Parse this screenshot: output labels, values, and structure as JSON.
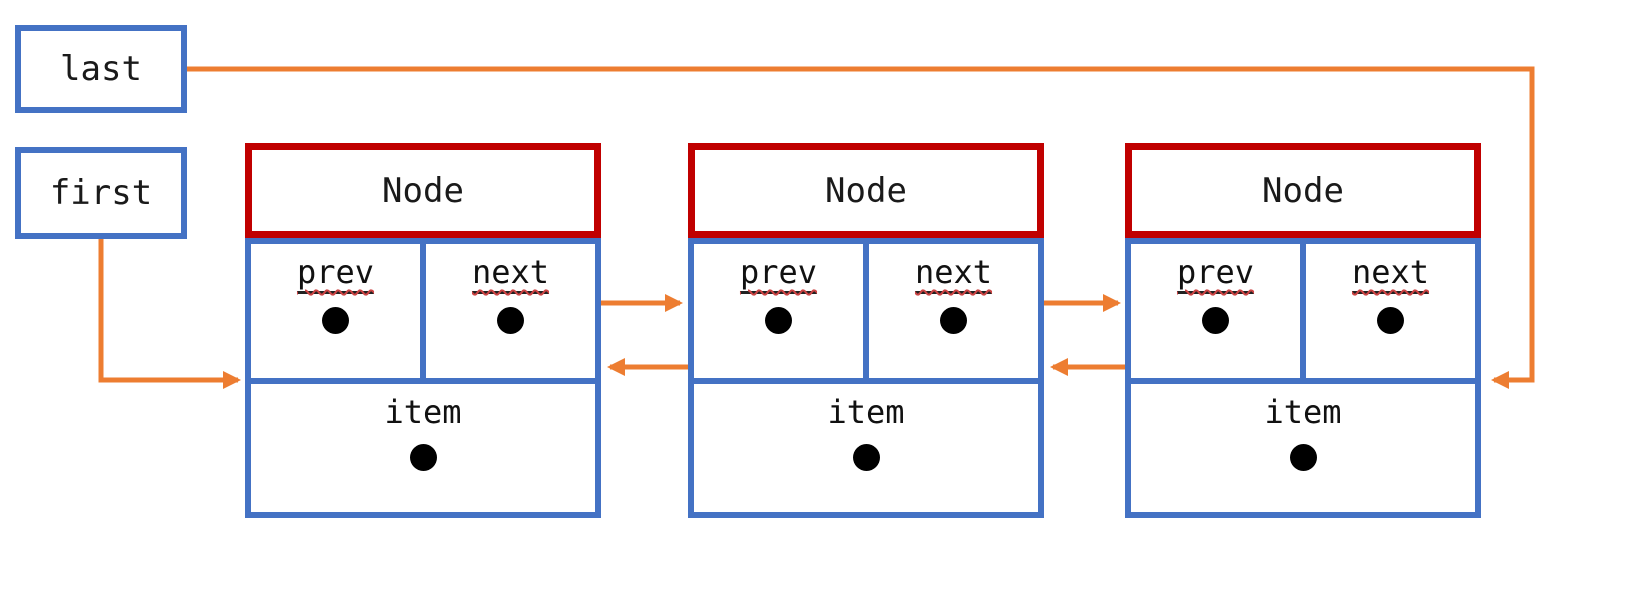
{
  "diagram": {
    "kind": "doubly-linked-list",
    "pointer_boxes": {
      "last": {
        "label": "last"
      },
      "first": {
        "label": "first"
      }
    },
    "nodes": [
      {
        "title": "Node",
        "prev_label": "prev",
        "next_label": "next",
        "item_label": "item"
      },
      {
        "title": "Node",
        "prev_label": "prev",
        "next_label": "next",
        "item_label": "item"
      },
      {
        "title": "Node",
        "prev_label": "prev",
        "next_label": "next",
        "item_label": "item"
      }
    ],
    "colors": {
      "pointer_box_border": "#4472C4",
      "node_header_border": "#C00000",
      "node_body_border": "#4472C4",
      "arrow": "#ED7D31",
      "dot": "#000000"
    }
  }
}
